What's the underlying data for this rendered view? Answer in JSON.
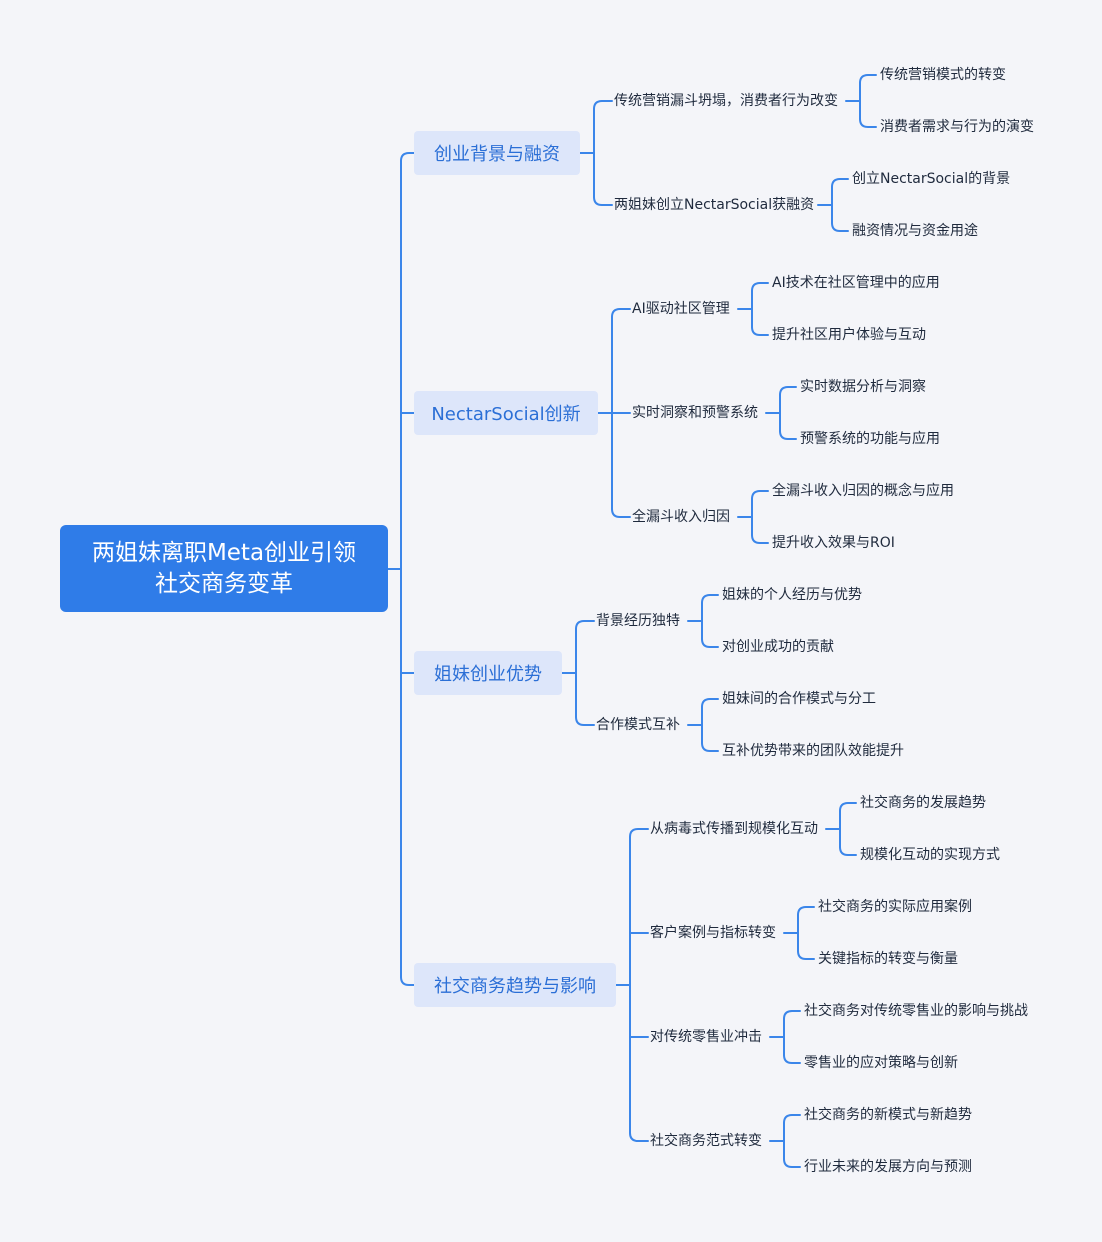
{
  "colors": {
    "background": "#f4f5f9",
    "root_fill": "#2f7ce8",
    "branch_fill": "#dde6fa",
    "branch_text": "#2b6fd6",
    "line": "#3b86ea"
  },
  "root": {
    "line1": "两姐妹离职Meta创业引领",
    "line2": "社交商务变革"
  },
  "branches": [
    {
      "label": "创业背景与融资",
      "children": [
        {
          "label": "传统营销漏斗坍塌，消费者行为改变",
          "children": [
            "传统营销模式的转变",
            "消费者需求与行为的演变"
          ]
        },
        {
          "label": "两姐妹创立NectarSocial获融资",
          "children": [
            "创立NectarSocial的背景",
            "融资情况与资金用途"
          ]
        }
      ]
    },
    {
      "label": "NectarSocial创新",
      "children": [
        {
          "label": "AI驱动社区管理",
          "children": [
            "AI技术在社区管理中的应用",
            "提升社区用户体验与互动"
          ]
        },
        {
          "label": "实时洞察和预警系统",
          "children": [
            "实时数据分析与洞察",
            "预警系统的功能与应用"
          ]
        },
        {
          "label": "全漏斗收入归因",
          "children": [
            "全漏斗收入归因的概念与应用",
            "提升收入效果与ROI"
          ]
        }
      ]
    },
    {
      "label": "姐妹创业优势",
      "children": [
        {
          "label": "背景经历独特",
          "children": [
            "姐妹的个人经历与优势",
            "对创业成功的贡献"
          ]
        },
        {
          "label": "合作模式互补",
          "children": [
            "姐妹间的合作模式与分工",
            "互补优势带来的团队效能提升"
          ]
        }
      ]
    },
    {
      "label": "社交商务趋势与影响",
      "children": [
        {
          "label": "从病毒式传播到规模化互动",
          "children": [
            "社交商务的发展趋势",
            "规模化互动的实现方式"
          ]
        },
        {
          "label": "客户案例与指标转变",
          "children": [
            "社交商务的实际应用案例",
            "关键指标的转变与衡量"
          ]
        },
        {
          "label": "对传统零售业冲击",
          "children": [
            "社交商务对传统零售业的影响与挑战",
            "零售业的应对策略与创新"
          ]
        },
        {
          "label": "社交商务范式转变",
          "children": [
            "社交商务的新模式与新趋势",
            "行业未来的发展方向与预测"
          ]
        }
      ]
    }
  ]
}
